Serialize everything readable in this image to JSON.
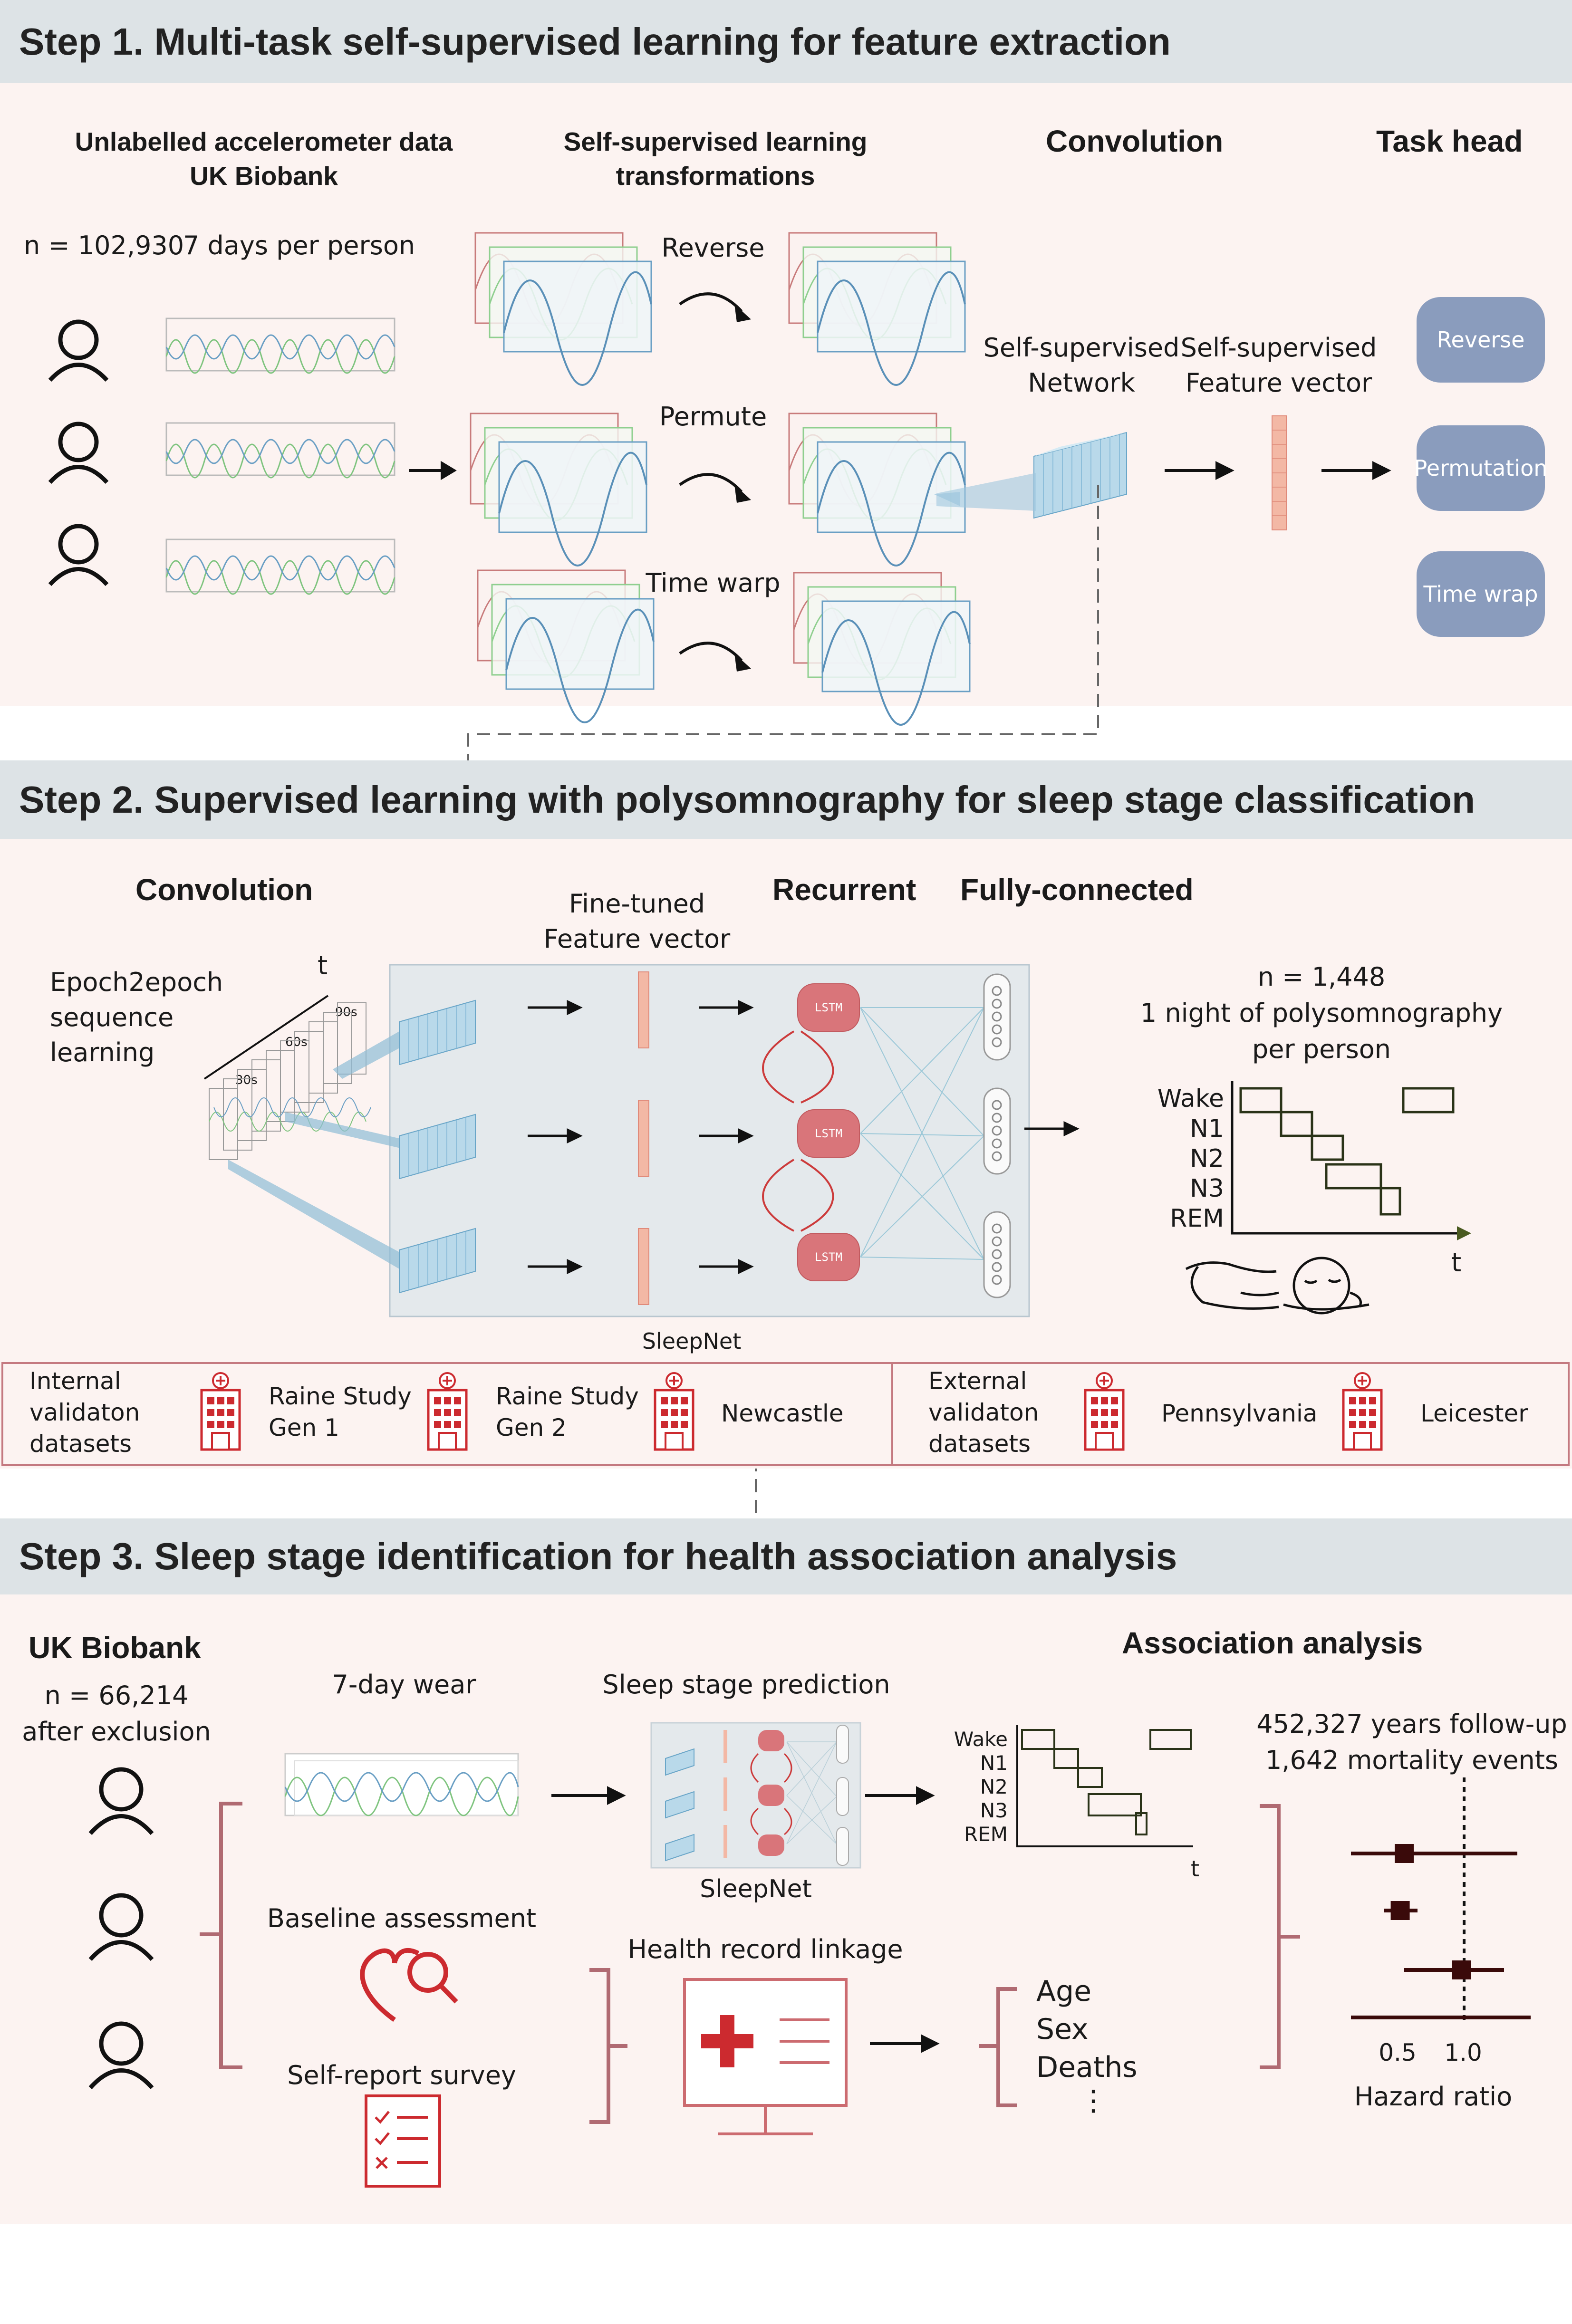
{
  "step1": {
    "title": "Step 1. Multi-task self-supervised learning for feature extraction",
    "data_heading_line1": "Unlabelled accelerometer data",
    "data_heading_line2": "UK Biobank",
    "ssl_heading_line1": "Self-supervised learning",
    "ssl_heading_line2": "transformations",
    "conv_heading": "Convolution",
    "task_heading": "Task head",
    "n_label": "n = 102,930",
    "days_label": "7 days per person",
    "transforms": [
      "Reverse",
      "Permute",
      "Time warp"
    ],
    "network_label_line1": "Self-supervised",
    "network_label_line2": "Network",
    "feature_label_line1": "Self-supervised",
    "feature_label_line2": "Feature vector",
    "tasks": [
      "Reverse",
      "Permutation",
      "Time wrap"
    ]
  },
  "step2": {
    "title": "Step 2. Supervised learning with polysomnography for  sleep stage classification",
    "conv_heading": "Convolution",
    "finetuned_line1": "Fine-tuned",
    "finetuned_line2": "Feature vector",
    "recurrent_heading": "Recurrent",
    "fc_heading": "Fully-connected",
    "epoch_line1": "Epoch2epoch",
    "epoch_line2": "sequence",
    "epoch_line3": "learning",
    "time_axis": "t",
    "windows": [
      "30s",
      "60s",
      "90s"
    ],
    "lstm": [
      "LSTM",
      "LSTM",
      "LSTM"
    ],
    "sleepnet_label": "SleepNet",
    "n_label": "n = 1,448",
    "psg_line1": "1 night of polysomnography",
    "psg_line2": "per person",
    "stages": [
      "Wake",
      "N1",
      "N2",
      "N3",
      "REM"
    ],
    "hypno_axis": "t",
    "internal_line1": "Internal",
    "internal_line2": "validaton",
    "internal_line3": "datasets",
    "internal_sites": [
      {
        "line1": "Raine Study",
        "line2": "Gen 1"
      },
      {
        "line1": "Raine Study",
        "line2": "Gen 2"
      },
      {
        "line1": "Newcastle",
        "line2": ""
      }
    ],
    "external_line1": "External",
    "external_line2": "validaton",
    "external_line3": "datasets",
    "external_sites": [
      "Pennsylvania",
      "Leicester"
    ]
  },
  "step3": {
    "title": "Step 3. Sleep stage identification for health association analysis",
    "biobank": "UK Biobank",
    "n_label": "n = 66,214",
    "exclusion": "after exclusion",
    "wear": "7-day wear",
    "prediction": "Sleep stage prediction",
    "sleepnet_label": "SleepNet",
    "stages": [
      "Wake",
      "N1",
      "N2",
      "N3",
      "REM"
    ],
    "hypno_axis": "t",
    "baseline": "Baseline assessment",
    "survey": "Self-report survey",
    "linkage": "Health record linkage",
    "record_items": [
      "Age",
      "Sex",
      "Deaths",
      "⋮"
    ],
    "association": "Association analysis",
    "followup": "452,327 years follow-up",
    "events": "1,642 mortality events",
    "forest_ticks": [
      "0.5",
      "1.0"
    ],
    "forest_xlabel": "Hazard ratio"
  },
  "forest_data": {
    "type": "forest",
    "xlim": [
      0.0,
      1.5
    ],
    "reference": 1.0,
    "rows": [
      {
        "hr": 0.55,
        "low": 0.15,
        "high": 1.4
      },
      {
        "hr": 0.52,
        "low": 0.4,
        "high": 0.65
      },
      {
        "hr": 0.98,
        "low": 0.55,
        "high": 1.3
      },
      {
        "hr": null,
        "low": 0.15,
        "high": 1.5
      }
    ]
  },
  "colors": {
    "header_bg": "#dde3e6",
    "band_bg": "#fcf3f1",
    "pill": "#8a9cbd",
    "feature": "#f3b8a5",
    "lstm": "#d9757a",
    "accent_red": "#cc2a2f",
    "bracket": "#b06a72",
    "forest": "#3a0a0a"
  }
}
